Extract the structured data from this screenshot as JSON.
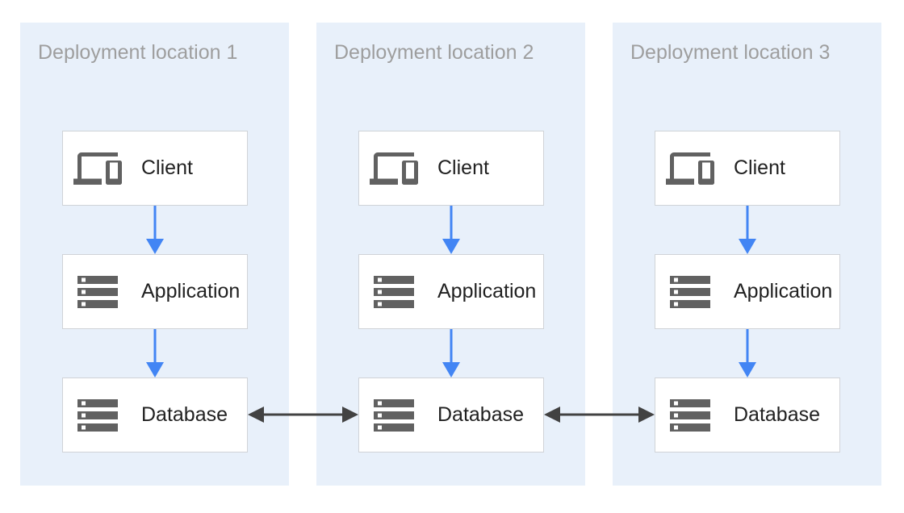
{
  "panels": [
    {
      "title": "Deployment location 1",
      "nodes": [
        {
          "label": "Client",
          "icon": "devices-icon"
        },
        {
          "label": "Application",
          "icon": "storage-icon"
        },
        {
          "label": "Database",
          "icon": "storage-icon"
        }
      ]
    },
    {
      "title": "Deployment location 2",
      "nodes": [
        {
          "label": "Client",
          "icon": "devices-icon"
        },
        {
          "label": "Application",
          "icon": "storage-icon"
        },
        {
          "label": "Database",
          "icon": "storage-icon"
        }
      ]
    },
    {
      "title": "Deployment location 3",
      "nodes": [
        {
          "label": "Client",
          "icon": "devices-icon"
        },
        {
          "label": "Application",
          "icon": "storage-icon"
        },
        {
          "label": "Database",
          "icon": "storage-icon"
        }
      ]
    }
  ],
  "edges": {
    "within_each_panel": [
      {
        "from": "Client",
        "to": "Application",
        "type": "directed-down"
      },
      {
        "from": "Application",
        "to": "Database",
        "type": "directed-down"
      }
    ],
    "between_panels": [
      {
        "from": "Database (location 1)",
        "to": "Database (location 2)",
        "type": "bidirectional"
      },
      {
        "from": "Database (location 2)",
        "to": "Database (location 3)",
        "type": "bidirectional"
      }
    ]
  },
  "colors": {
    "panel_bg": "#e8f0fa",
    "panel_title": "#9e9e9e",
    "node_bg": "#ffffff",
    "node_border": "#d0d3d7",
    "node_text": "#212121",
    "icon": "#616161",
    "flow_arrow": "#4285f4",
    "replication_arrow": "#424242"
  }
}
